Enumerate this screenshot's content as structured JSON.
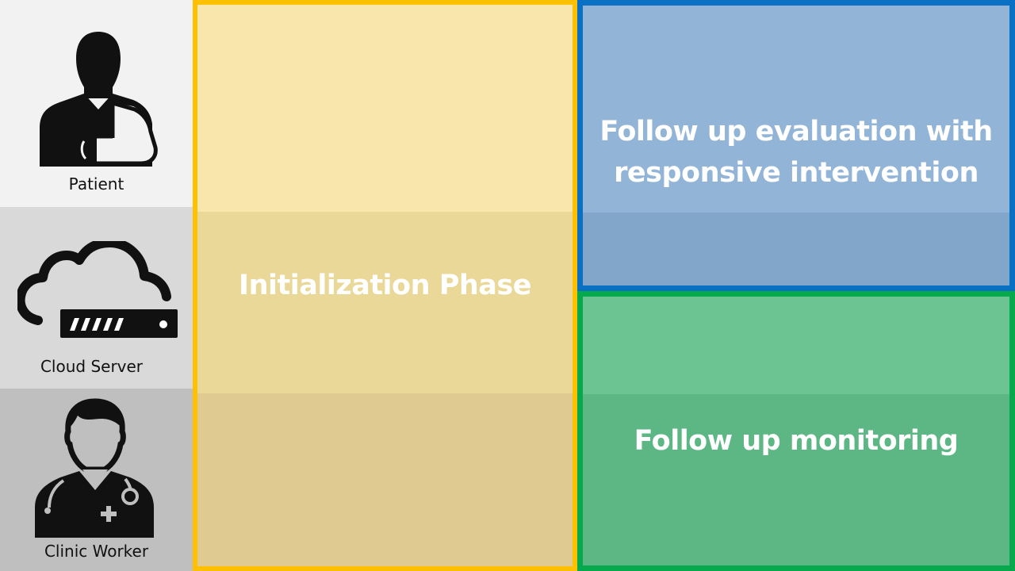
{
  "actors": [
    {
      "id": "patient",
      "label": "Patient",
      "icon": "injured-patient-icon"
    },
    {
      "id": "cloud-server",
      "label": "Cloud Server",
      "icon": "cloud-server-icon"
    },
    {
      "id": "clinic-worker",
      "label": "Clinic Worker",
      "icon": "doctor-icon"
    }
  ],
  "phases": {
    "initialization": {
      "label": "Initialization Phase",
      "border_color": "#ffc000"
    },
    "evaluation": {
      "line1": "Follow up evaluation with",
      "line2": "responsive intervention",
      "border_color": "#0a70c4"
    },
    "monitoring": {
      "label": "Follow up monitoring",
      "border_color": "#06a94c"
    }
  }
}
